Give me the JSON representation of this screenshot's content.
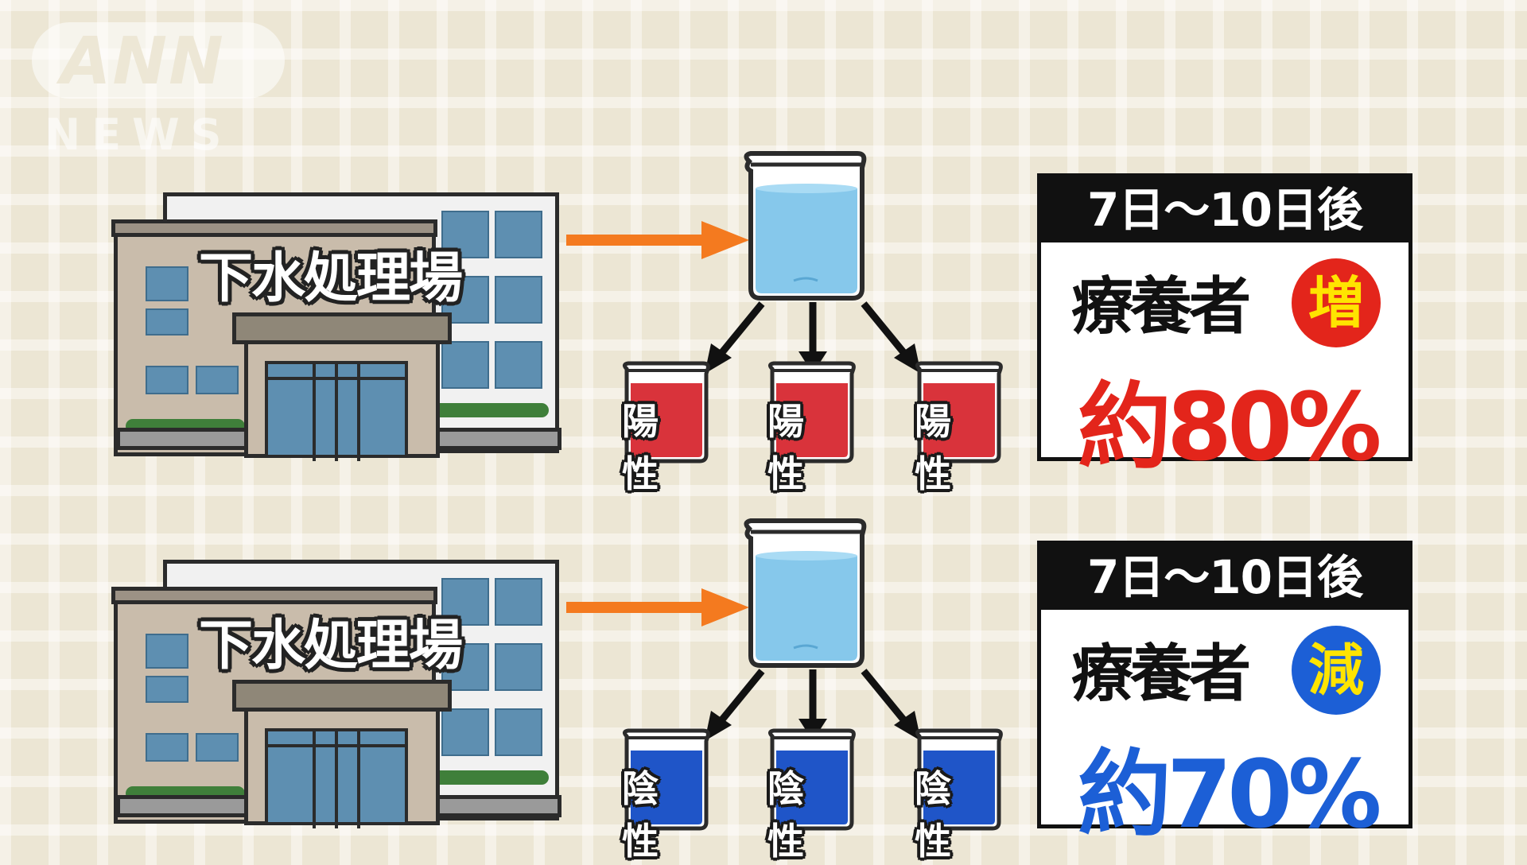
{
  "logo": {
    "brand": "ANN",
    "sub": "NEWS"
  },
  "panels": [
    {
      "facility": "下水処理場",
      "sample_results": [
        "陽性",
        "陽性",
        "陽性"
      ],
      "sample_color": "#d9333b",
      "period": "7日〜10日後",
      "subject": "療養者",
      "trend": "増",
      "trend_color": "#e3251b",
      "change": "約80%"
    },
    {
      "facility": "下水処理場",
      "sample_results": [
        "陰性",
        "陰性",
        "陰性"
      ],
      "sample_color": "#1f55c8",
      "period": "7日〜10日後",
      "subject": "療養者",
      "trend": "減",
      "trend_color": "#1c5fd6",
      "change": "約70%"
    }
  ],
  "colors": {
    "arrow": "#f47a1f",
    "water": "#86c8eb",
    "background": "#ece6d4"
  }
}
